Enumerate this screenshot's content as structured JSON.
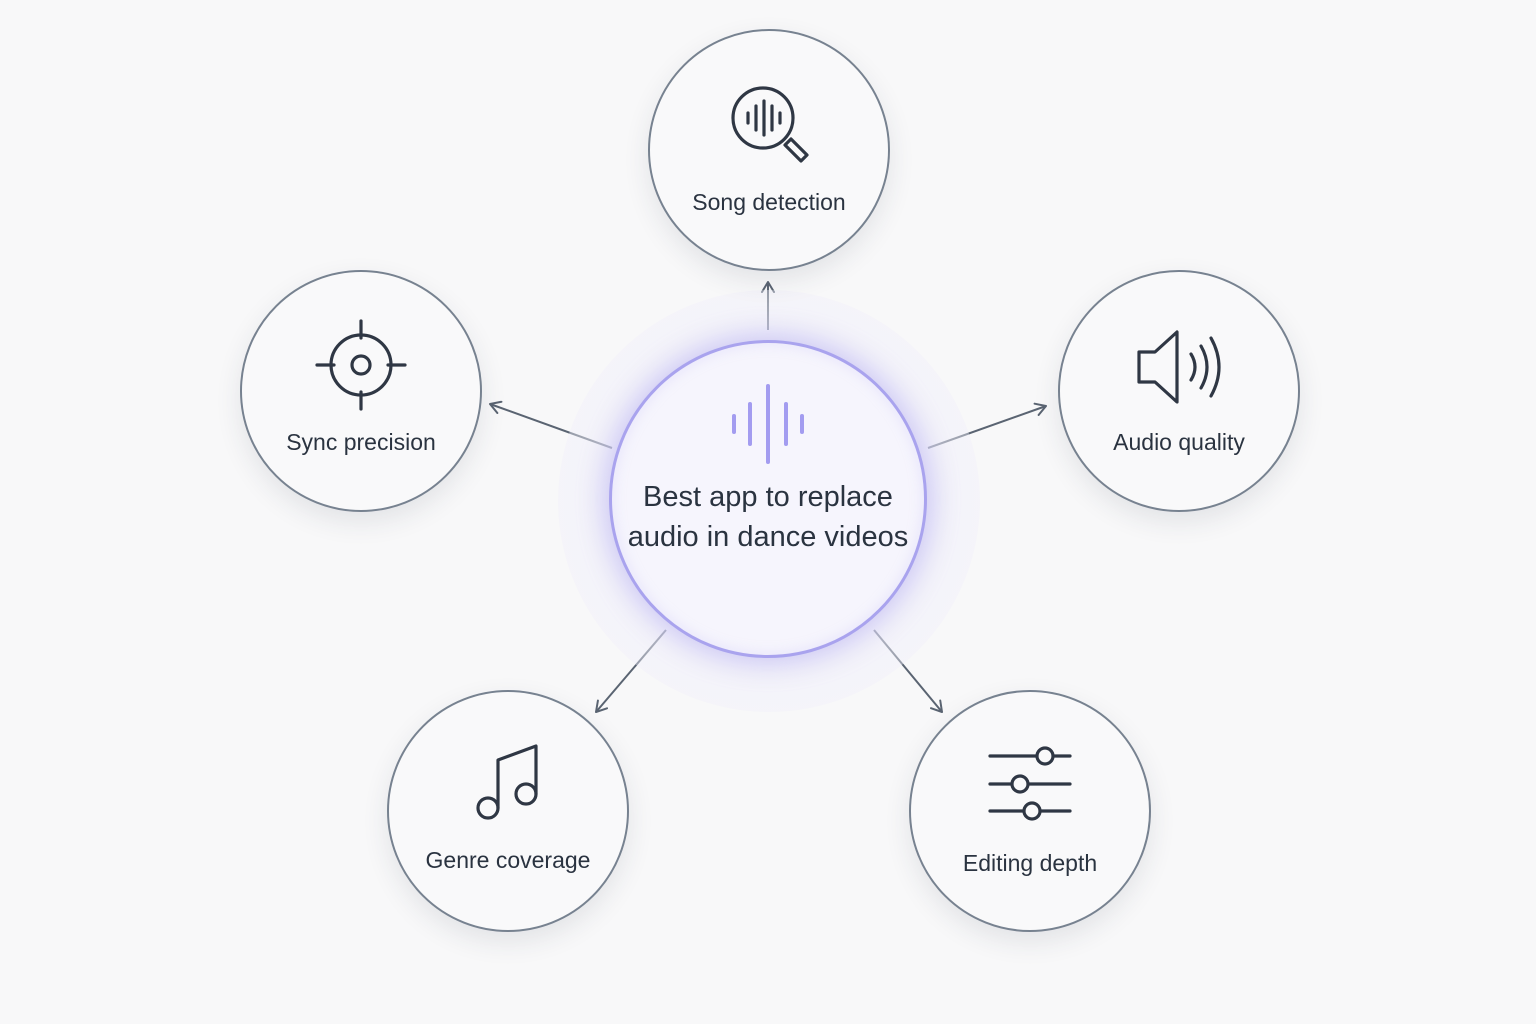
{
  "center": {
    "title": "Best app to replace audio in dance videos",
    "icon": "waveform-icon"
  },
  "nodes": {
    "song_detection": {
      "label": "Song detection",
      "icon": "magnifier-waveform-icon"
    },
    "sync_precision": {
      "label": "Sync precision",
      "icon": "crosshair-icon"
    },
    "audio_quality": {
      "label": "Audio quality",
      "icon": "speaker-icon"
    },
    "genre_coverage": {
      "label": "Genre coverage",
      "icon": "music-note-icon"
    },
    "editing_depth": {
      "label": "Editing depth",
      "icon": "sliders-icon"
    }
  },
  "colors": {
    "background": "#f8f8f9",
    "hub_border": "#a9a3ee",
    "node_border": "#778290",
    "text": "#2a3340",
    "arrow": "#5a6472"
  }
}
